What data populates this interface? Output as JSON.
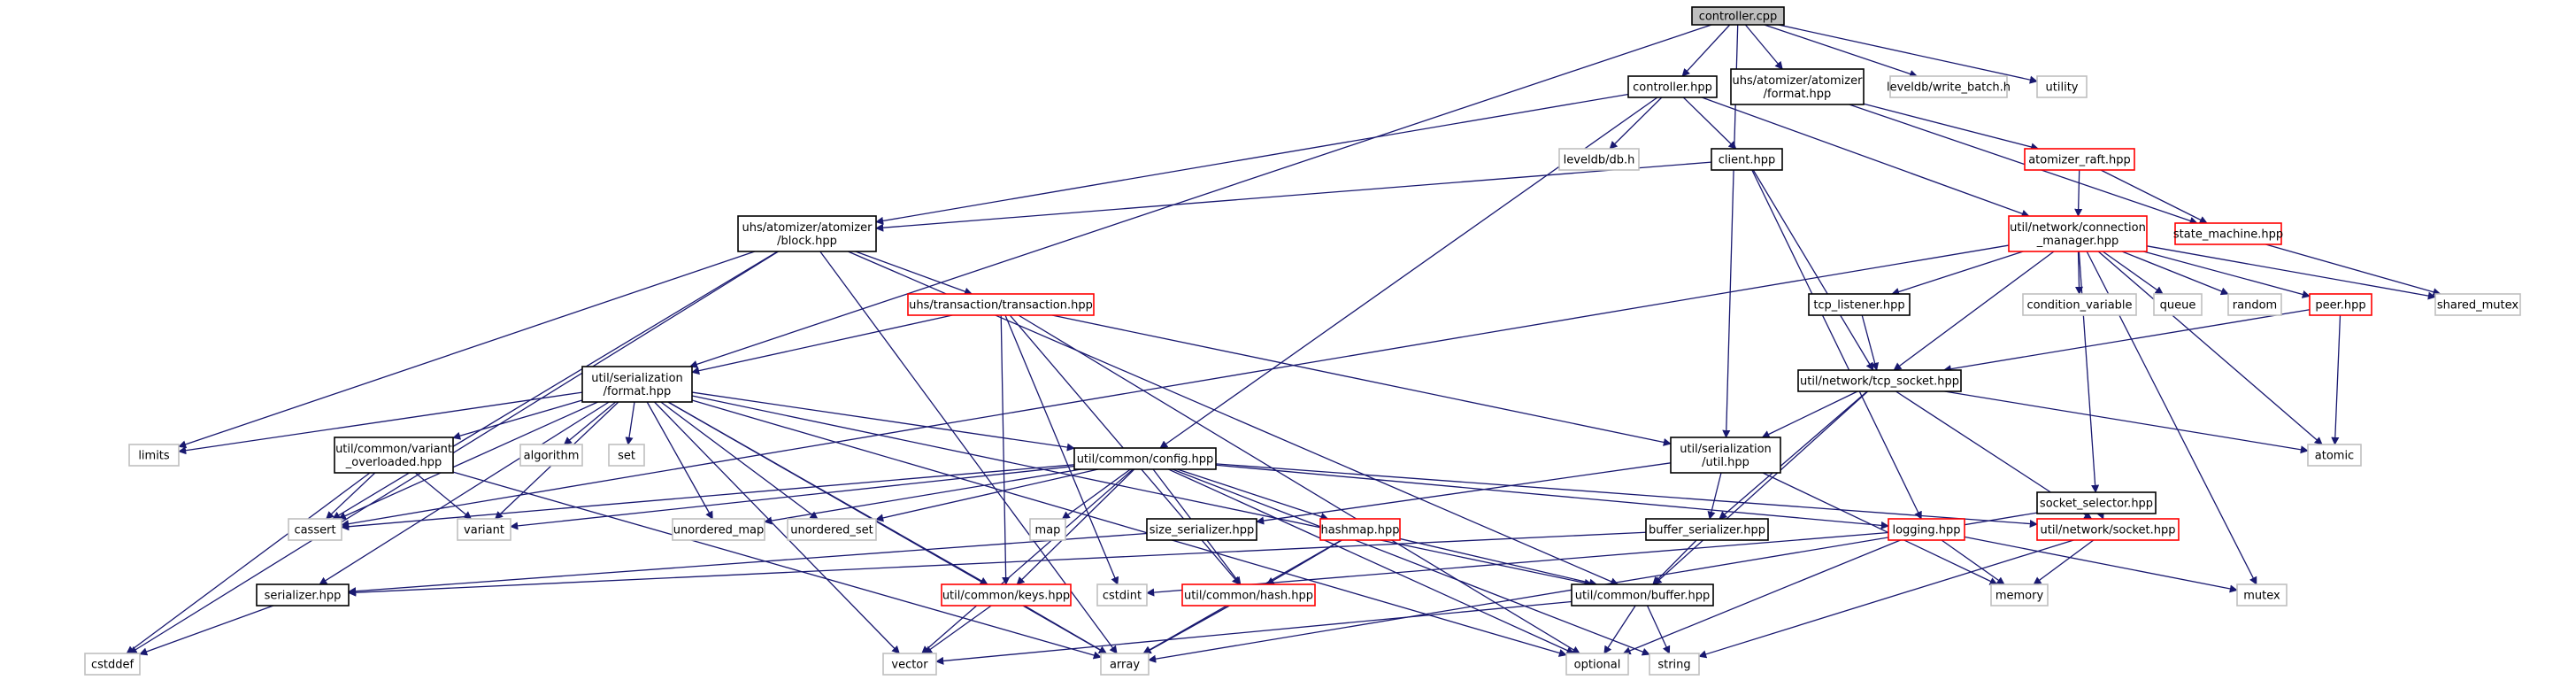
{
  "graph": {
    "nodes": [
      {
        "id": "controller_cpp",
        "label": [
          "controller.cpp"
        ],
        "kind": "root"
      },
      {
        "id": "controller_hpp",
        "label": [
          "controller.hpp"
        ],
        "kind": "local"
      },
      {
        "id": "format_hpp_atom",
        "label": [
          "uhs/atomizer/atomizer",
          "/format.hpp"
        ],
        "kind": "local"
      },
      {
        "id": "write_batch",
        "label": [
          "leveldb/write_batch.h"
        ],
        "kind": "system"
      },
      {
        "id": "utility",
        "label": [
          "utility"
        ],
        "kind": "system"
      },
      {
        "id": "leveldb_db",
        "label": [
          "leveldb/db.h"
        ],
        "kind": "system"
      },
      {
        "id": "client_hpp",
        "label": [
          "client.hpp"
        ],
        "kind": "local"
      },
      {
        "id": "atomizer_raft",
        "label": [
          "atomizer_raft.hpp"
        ],
        "kind": "truncated"
      },
      {
        "id": "block_hpp",
        "label": [
          "uhs/atomizer/atomizer",
          "/block.hpp"
        ],
        "kind": "local"
      },
      {
        "id": "conn_mgr",
        "label": [
          "util/network/connection",
          "_manager.hpp"
        ],
        "kind": "truncated"
      },
      {
        "id": "state_machine",
        "label": [
          "state_machine.hpp"
        ],
        "kind": "truncated"
      },
      {
        "id": "transaction_hpp",
        "label": [
          "uhs/transaction/transaction.hpp"
        ],
        "kind": "truncated"
      },
      {
        "id": "tcp_listener",
        "label": [
          "tcp_listener.hpp"
        ],
        "kind": "local"
      },
      {
        "id": "cond_var",
        "label": [
          "condition_variable"
        ],
        "kind": "system"
      },
      {
        "id": "queue",
        "label": [
          "queue"
        ],
        "kind": "system"
      },
      {
        "id": "random",
        "label": [
          "random"
        ],
        "kind": "system"
      },
      {
        "id": "peer_hpp",
        "label": [
          "peer.hpp"
        ],
        "kind": "truncated"
      },
      {
        "id": "shared_mutex",
        "label": [
          "shared_mutex"
        ],
        "kind": "system"
      },
      {
        "id": "ser_format",
        "label": [
          "util/serialization",
          "/format.hpp"
        ],
        "kind": "local"
      },
      {
        "id": "tcp_socket",
        "label": [
          "util/network/tcp_socket.hpp"
        ],
        "kind": "local"
      },
      {
        "id": "limits",
        "label": [
          "limits"
        ],
        "kind": "system"
      },
      {
        "id": "variant_overloaded",
        "label": [
          "util/common/variant",
          "_overloaded.hpp"
        ],
        "kind": "local"
      },
      {
        "id": "algorithm",
        "label": [
          "algorithm"
        ],
        "kind": "system"
      },
      {
        "id": "set",
        "label": [
          "set"
        ],
        "kind": "system"
      },
      {
        "id": "config_hpp",
        "label": [
          "util/common/config.hpp"
        ],
        "kind": "local"
      },
      {
        "id": "ser_util",
        "label": [
          "util/serialization",
          "/util.hpp"
        ],
        "kind": "local"
      },
      {
        "id": "atomic",
        "label": [
          "atomic"
        ],
        "kind": "system"
      },
      {
        "id": "socket_selector",
        "label": [
          "socket_selector.hpp"
        ],
        "kind": "local"
      },
      {
        "id": "cassert",
        "label": [
          "cassert"
        ],
        "kind": "system"
      },
      {
        "id": "variant",
        "label": [
          "variant"
        ],
        "kind": "system"
      },
      {
        "id": "unordered_map",
        "label": [
          "unordered_map"
        ],
        "kind": "system"
      },
      {
        "id": "unordered_set",
        "label": [
          "unordered_set"
        ],
        "kind": "system"
      },
      {
        "id": "map",
        "label": [
          "map"
        ],
        "kind": "system"
      },
      {
        "id": "size_serializer",
        "label": [
          "size_serializer.hpp"
        ],
        "kind": "local"
      },
      {
        "id": "hashmap_hpp",
        "label": [
          "hashmap.hpp"
        ],
        "kind": "truncated"
      },
      {
        "id": "buffer_serializer",
        "label": [
          "buffer_serializer.hpp"
        ],
        "kind": "local"
      },
      {
        "id": "logging_hpp",
        "label": [
          "logging.hpp"
        ],
        "kind": "truncated"
      },
      {
        "id": "socket_hpp",
        "label": [
          "util/network/socket.hpp"
        ],
        "kind": "truncated"
      },
      {
        "id": "serializer_hpp",
        "label": [
          "serializer.hpp"
        ],
        "kind": "local"
      },
      {
        "id": "keys_hpp",
        "label": [
          "util/common/keys.hpp"
        ],
        "kind": "truncated"
      },
      {
        "id": "cstdint",
        "label": [
          "cstdint"
        ],
        "kind": "system"
      },
      {
        "id": "hash_hpp",
        "label": [
          "util/common/hash.hpp"
        ],
        "kind": "truncated"
      },
      {
        "id": "buffer_hpp",
        "label": [
          "util/common/buffer.hpp"
        ],
        "kind": "local"
      },
      {
        "id": "memory",
        "label": [
          "memory"
        ],
        "kind": "system"
      },
      {
        "id": "mutex",
        "label": [
          "mutex"
        ],
        "kind": "system"
      },
      {
        "id": "cstddef",
        "label": [
          "cstddef"
        ],
        "kind": "system"
      },
      {
        "id": "vector",
        "label": [
          "vector"
        ],
        "kind": "system"
      },
      {
        "id": "array",
        "label": [
          "array"
        ],
        "kind": "system"
      },
      {
        "id": "optional",
        "label": [
          "optional"
        ],
        "kind": "system"
      },
      {
        "id": "string",
        "label": [
          "string"
        ],
        "kind": "system"
      }
    ],
    "edges": [
      [
        "controller_cpp",
        "controller_hpp"
      ],
      [
        "controller_cpp",
        "format_hpp_atom"
      ],
      [
        "controller_cpp",
        "write_batch"
      ],
      [
        "controller_cpp",
        "utility"
      ],
      [
        "controller_cpp",
        "ser_format"
      ],
      [
        "controller_cpp",
        "ser_util"
      ],
      [
        "controller_hpp",
        "leveldb_db"
      ],
      [
        "controller_hpp",
        "client_hpp"
      ],
      [
        "controller_hpp",
        "block_hpp"
      ],
      [
        "controller_hpp",
        "conn_mgr"
      ],
      [
        "controller_hpp",
        "config_hpp"
      ],
      [
        "format_hpp_atom",
        "atomizer_raft"
      ],
      [
        "format_hpp_atom",
        "state_machine"
      ],
      [
        "client_hpp",
        "block_hpp"
      ],
      [
        "client_hpp",
        "tcp_socket"
      ],
      [
        "client_hpp",
        "logging_hpp"
      ],
      [
        "atomizer_raft",
        "conn_mgr"
      ],
      [
        "atomizer_raft",
        "state_machine"
      ],
      [
        "state_machine",
        "shared_mutex"
      ],
      [
        "block_hpp",
        "transaction_hpp"
      ],
      [
        "block_hpp",
        "limits"
      ],
      [
        "block_hpp",
        "cassert"
      ],
      [
        "block_hpp",
        "cstddef"
      ],
      [
        "block_hpp",
        "buffer_hpp"
      ],
      [
        "block_hpp",
        "array"
      ],
      [
        "conn_mgr",
        "tcp_listener"
      ],
      [
        "conn_mgr",
        "cond_var"
      ],
      [
        "conn_mgr",
        "queue"
      ],
      [
        "conn_mgr",
        "random"
      ],
      [
        "conn_mgr",
        "peer_hpp"
      ],
      [
        "conn_mgr",
        "shared_mutex"
      ],
      [
        "conn_mgr",
        "tcp_socket"
      ],
      [
        "conn_mgr",
        "socket_selector"
      ],
      [
        "conn_mgr",
        "atomic"
      ],
      [
        "conn_mgr",
        "mutex"
      ],
      [
        "conn_mgr",
        "cassert"
      ],
      [
        "transaction_hpp",
        "ser_format"
      ],
      [
        "transaction_hpp",
        "ser_util"
      ],
      [
        "transaction_hpp",
        "keys_hpp"
      ],
      [
        "transaction_hpp",
        "hash_hpp"
      ],
      [
        "transaction_hpp",
        "cstdint"
      ],
      [
        "transaction_hpp",
        "optional"
      ],
      [
        "tcp_listener",
        "tcp_socket"
      ],
      [
        "peer_hpp",
        "tcp_socket"
      ],
      [
        "peer_hpp",
        "atomic"
      ],
      [
        "ser_format",
        "limits"
      ],
      [
        "ser_format",
        "variant_overloaded"
      ],
      [
        "ser_format",
        "algorithm"
      ],
      [
        "ser_format",
        "set"
      ],
      [
        "ser_format",
        "config_hpp"
      ],
      [
        "ser_format",
        "cassert"
      ],
      [
        "ser_format",
        "variant"
      ],
      [
        "ser_format",
        "unordered_map"
      ],
      [
        "ser_format",
        "unordered_set"
      ],
      [
        "ser_format",
        "serializer_hpp"
      ],
      [
        "ser_format",
        "keys_hpp"
      ],
      [
        "ser_format",
        "buffer_hpp"
      ],
      [
        "ser_format",
        "vector"
      ],
      [
        "ser_format",
        "array"
      ],
      [
        "ser_format",
        "optional"
      ],
      [
        "tcp_socket",
        "ser_util"
      ],
      [
        "tcp_socket",
        "buffer_serializer"
      ],
      [
        "tcp_socket",
        "socket_hpp"
      ],
      [
        "tcp_socket",
        "atomic"
      ],
      [
        "tcp_socket",
        "buffer_hpp"
      ],
      [
        "variant_overloaded",
        "cassert"
      ],
      [
        "variant_overloaded",
        "variant"
      ],
      [
        "variant_overloaded",
        "cstddef"
      ],
      [
        "variant_overloaded",
        "array"
      ],
      [
        "config_hpp",
        "cassert"
      ],
      [
        "config_hpp",
        "variant"
      ],
      [
        "config_hpp",
        "unordered_map"
      ],
      [
        "config_hpp",
        "unordered_set"
      ],
      [
        "config_hpp",
        "map"
      ],
      [
        "config_hpp",
        "hashmap_hpp"
      ],
      [
        "config_hpp",
        "keys_hpp"
      ],
      [
        "config_hpp",
        "hash_hpp"
      ],
      [
        "config_hpp",
        "logging_hpp"
      ],
      [
        "config_hpp",
        "socket_hpp"
      ],
      [
        "config_hpp",
        "vector"
      ],
      [
        "config_hpp",
        "optional"
      ],
      [
        "config_hpp",
        "string"
      ],
      [
        "ser_util",
        "size_serializer"
      ],
      [
        "ser_util",
        "buffer_serializer"
      ],
      [
        "ser_util",
        "memory"
      ],
      [
        "socket_selector",
        "socket_hpp"
      ],
      [
        "socket_selector",
        "array"
      ],
      [
        "size_serializer",
        "serializer_hpp"
      ],
      [
        "hashmap_hpp",
        "hash_hpp"
      ],
      [
        "hashmap_hpp",
        "buffer_hpp"
      ],
      [
        "hashmap_hpp",
        "array"
      ],
      [
        "buffer_serializer",
        "serializer_hpp"
      ],
      [
        "buffer_serializer",
        "buffer_hpp"
      ],
      [
        "logging_hpp",
        "memory"
      ],
      [
        "logging_hpp",
        "mutex"
      ],
      [
        "logging_hpp",
        "cstdint"
      ],
      [
        "logging_hpp",
        "optional"
      ],
      [
        "socket_hpp",
        "memory"
      ],
      [
        "socket_hpp",
        "string"
      ],
      [
        "serializer_hpp",
        "cstddef"
      ],
      [
        "keys_hpp",
        "vector"
      ],
      [
        "keys_hpp",
        "array"
      ],
      [
        "hash_hpp",
        "array"
      ],
      [
        "buffer_hpp",
        "vector"
      ],
      [
        "buffer_hpp",
        "optional"
      ],
      [
        "buffer_hpp",
        "string"
      ]
    ]
  },
  "colors": {
    "edge": "#191970",
    "root_fill": "#bfbfbf",
    "node_border": "#000000",
    "truncated_border": "#ff0000",
    "system_border": "#bfbfbf",
    "background": "#ffffff"
  }
}
